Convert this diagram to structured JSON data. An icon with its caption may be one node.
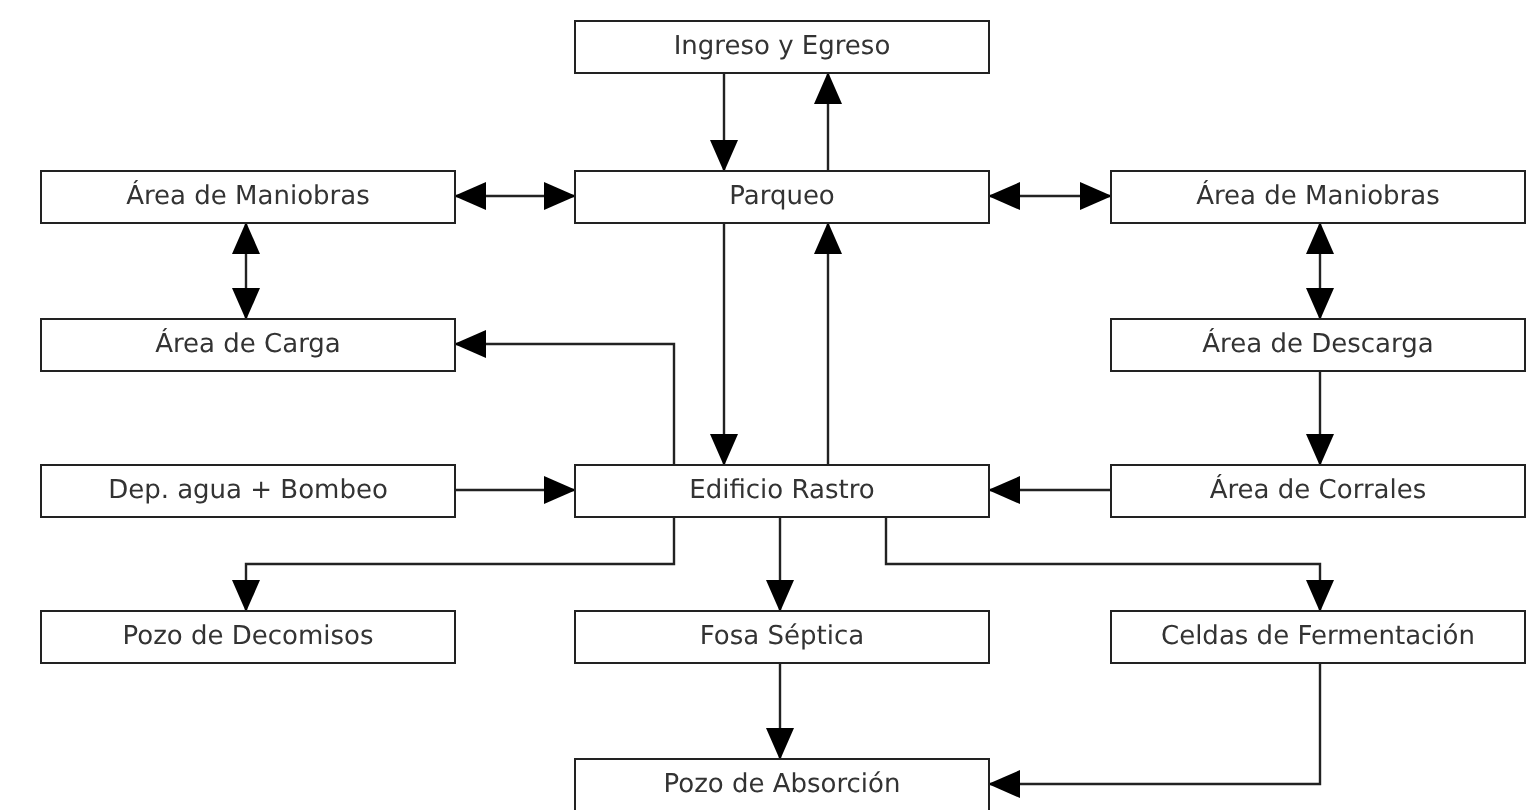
{
  "diagram": {
    "nodes": [
      {
        "text": [
          "Ingreso y Egreso"
        ]
      },
      {
        "text": [
          "Área de Maniobras"
        ]
      },
      {
        "text": [
          "Parqueo"
        ]
      },
      {
        "text": [
          "Área de Maniobras"
        ]
      },
      {
        "text": [
          "Área de Carga"
        ]
      },
      {
        "text": [
          "Área de Descarga"
        ]
      },
      {
        "text": [
          "Dep. agua + Bombeo"
        ]
      },
      {
        "text": [
          "Edificio Rastro"
        ]
      },
      {
        "text": [
          "Área de Corrales"
        ]
      },
      {
        "text": [
          "Pozo de Decomisos"
        ]
      },
      {
        "text": [
          "Fosa Séptica"
        ]
      },
      {
        "text": [
          "Celdas de Fermentación"
        ]
      },
      {
        "text": [
          "Pozo de Absorción"
        ]
      }
    ],
    "edges": [
      {
        "from": 0,
        "to": 2,
        "arrow": "to"
      },
      {
        "from": 2,
        "to": 0,
        "arrow": "to"
      },
      {
        "from": 1,
        "to": 2,
        "arrow": "both"
      },
      {
        "from": 2,
        "to": 3,
        "arrow": "both"
      },
      {
        "from": 1,
        "to": 4,
        "arrow": "both"
      },
      {
        "from": 3,
        "to": 5,
        "arrow": "both"
      },
      {
        "from": 2,
        "to": 7,
        "arrow": "to"
      },
      {
        "from": 7,
        "to": 2,
        "arrow": "to"
      },
      {
        "from": 7,
        "to": 4,
        "arrow": "to"
      },
      {
        "from": 5,
        "to": 8,
        "arrow": "to"
      },
      {
        "from": 6,
        "to": 7,
        "arrow": "to"
      },
      {
        "from": 8,
        "to": 7,
        "arrow": "to"
      },
      {
        "from": 7,
        "to": 9,
        "arrow": "to"
      },
      {
        "from": 7,
        "to": 10,
        "arrow": "to"
      },
      {
        "from": 7,
        "to": 11,
        "arrow": "to"
      },
      {
        "from": 10,
        "to": 12,
        "arrow": "to"
      },
      {
        "from": 11,
        "to": 12,
        "arrow": "to"
      }
    ]
  }
}
